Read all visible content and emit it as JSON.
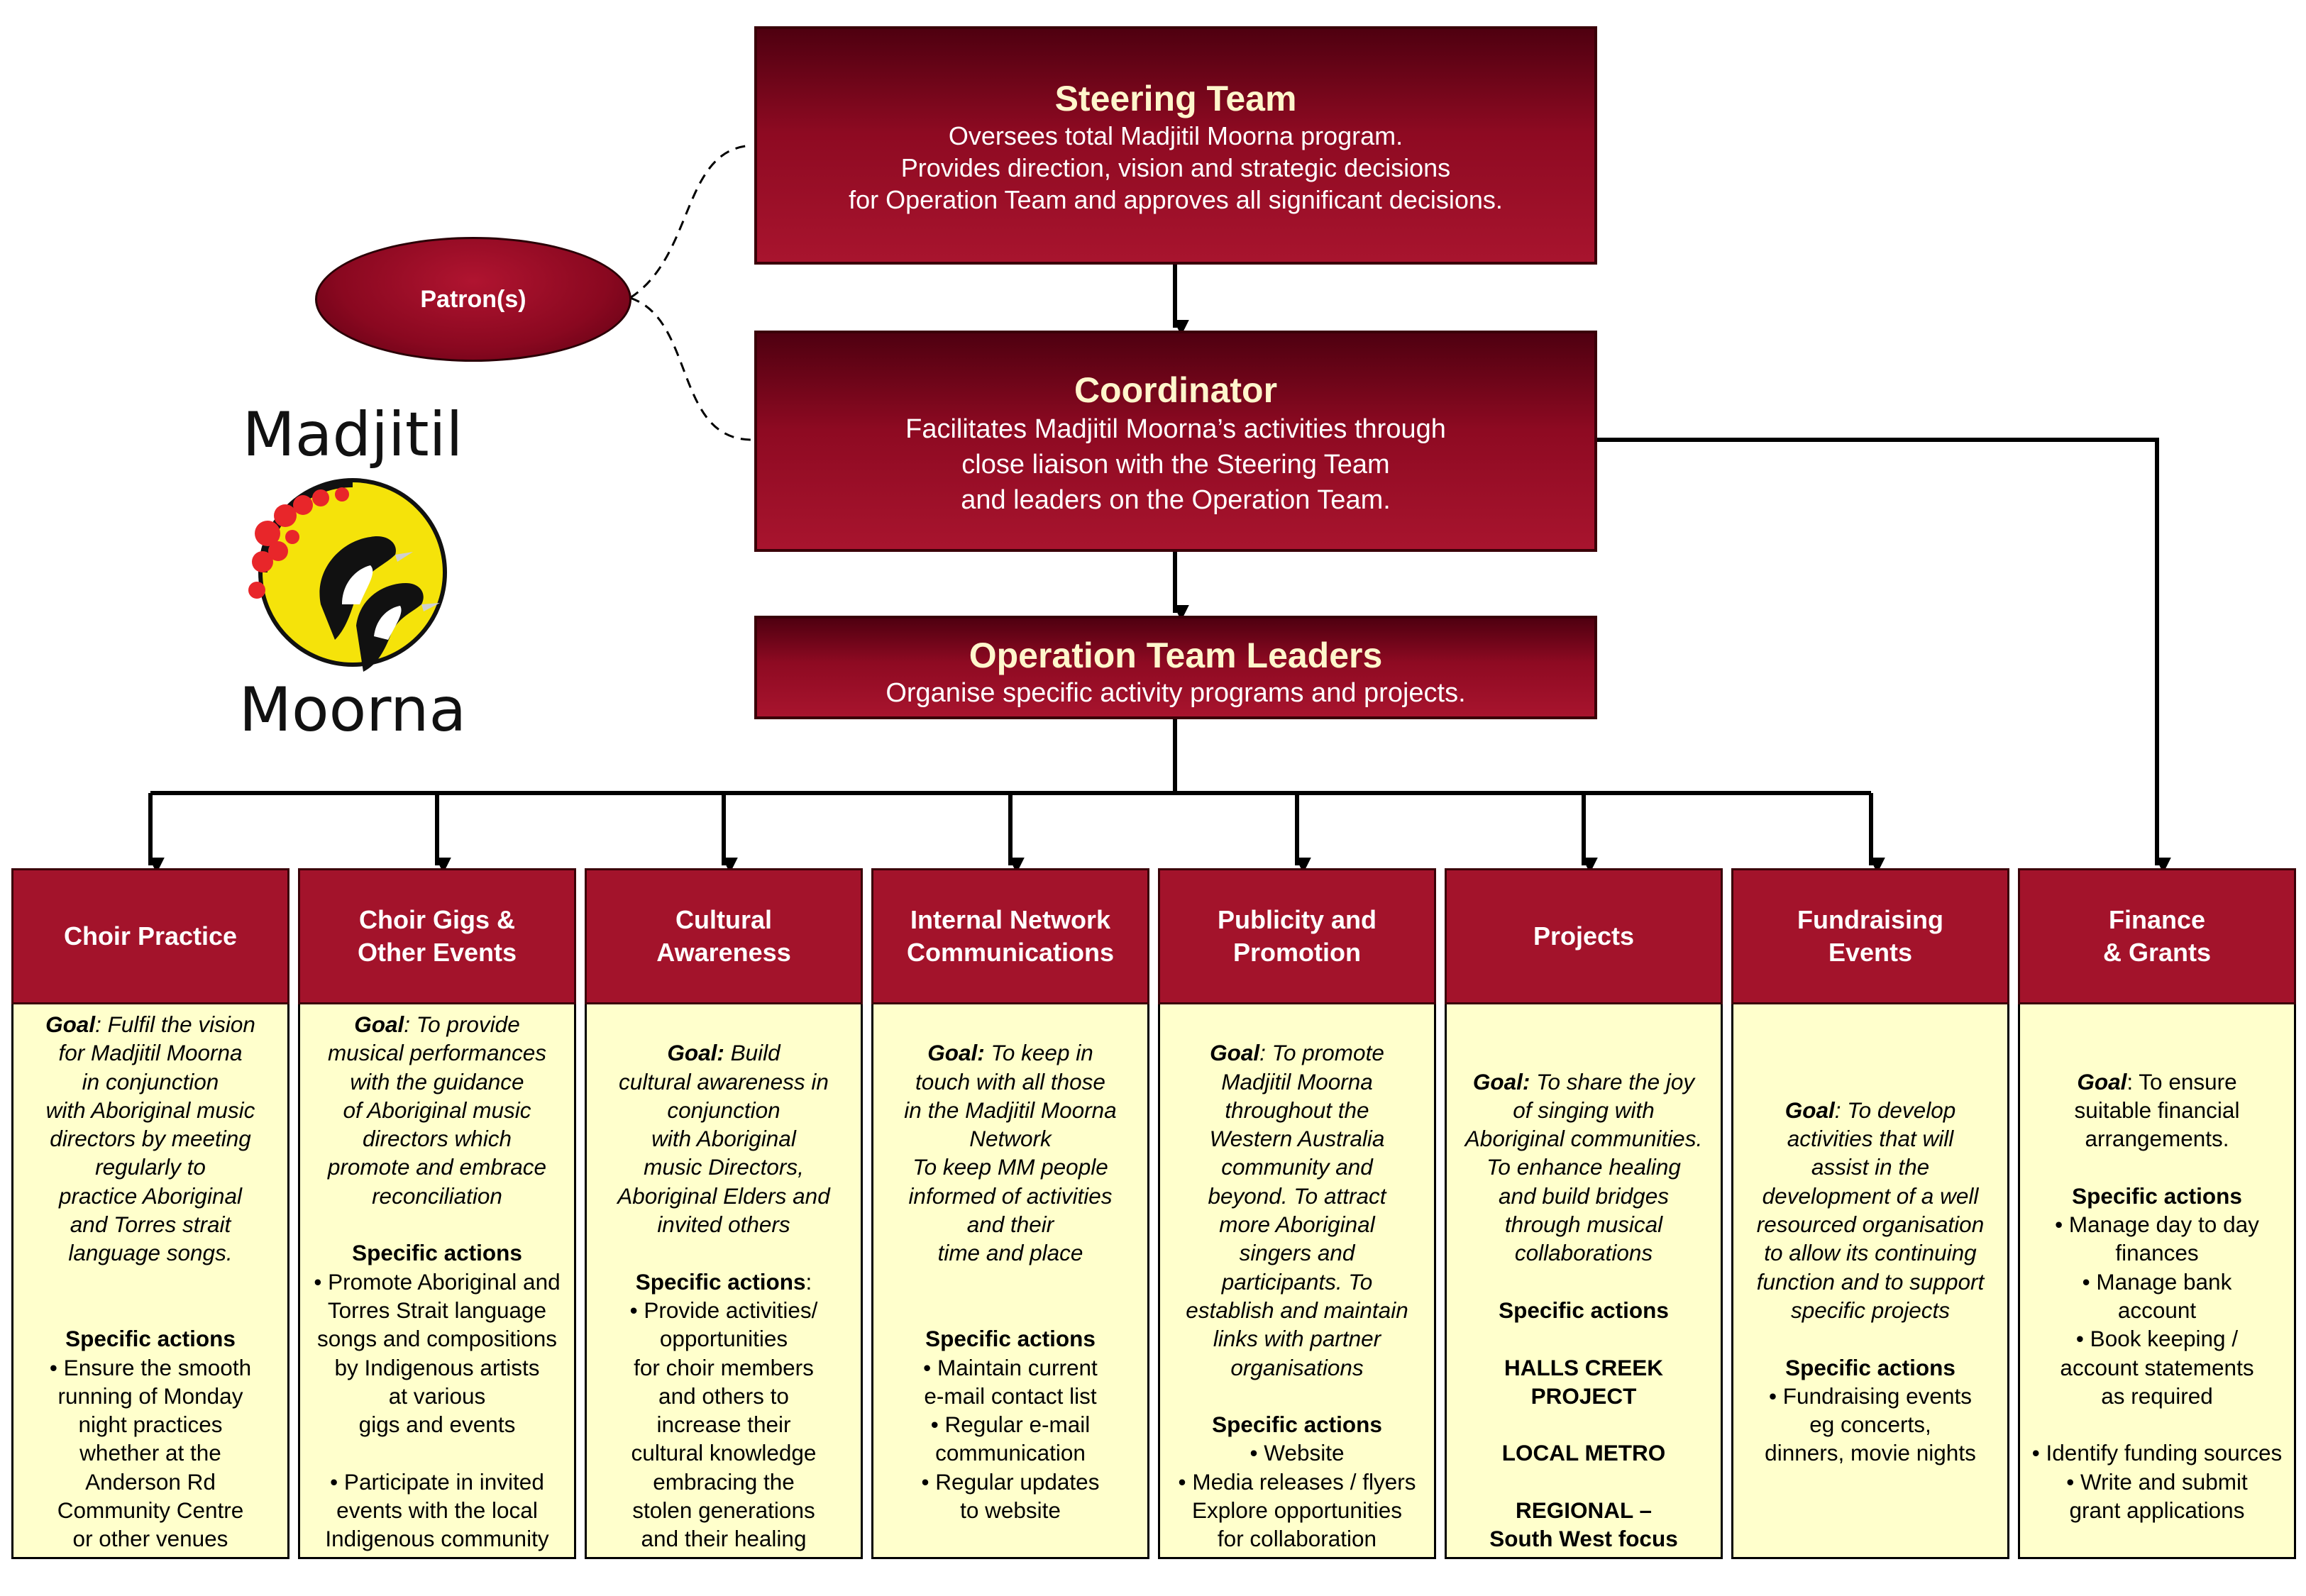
{
  "steering_team": {
    "title": "Steering Team",
    "lines": [
      "Oversees total Madjitil Moorna program.",
      "Provides direction, vision and strategic decisions",
      "for Operation Team and approves all significant decisions."
    ]
  },
  "patron": {
    "label": "Patron(s)"
  },
  "coordinator": {
    "title": "Coordinator",
    "lines": [
      "Facilitates Madjitil Moorna’s activities through",
      "close liaison with the Steering Team",
      "and leaders on the Operation Team."
    ]
  },
  "operation_team": {
    "title": "Operation Team Leaders",
    "lines": [
      "Organise specific activity programs and projects."
    ]
  },
  "logo": {
    "word_top": "Madjitil",
    "word_bottom": "Moorna"
  },
  "columns": [
    {
      "title_lines": [
        "Choir  Practice"
      ],
      "body": [
        {
          "t": "Goal",
          "s": "bi",
          "r": ": Fulfil the vision",
          "rs": "i"
        },
        {
          "t": "for Madjitil Moorna",
          "s": "i"
        },
        {
          "t": "in conjunction",
          "s": "i"
        },
        {
          "t": "with Aboriginal music",
          "s": "i"
        },
        {
          "t": "directors by meeting",
          "s": "i"
        },
        {
          "t": "regularly to",
          "s": "i"
        },
        {
          "t": "practice  Aboriginal",
          "s": "i"
        },
        {
          "t": "and Torres strait",
          "s": "i"
        },
        {
          "t": "language songs.",
          "s": "i"
        },
        {
          "t": "",
          "s": ""
        },
        {
          "t": "",
          "s": ""
        },
        {
          "t": "Specific actions",
          "s": "b"
        },
        {
          "t": "• Ensure the smooth",
          "s": ""
        },
        {
          "t": "running of Monday",
          "s": ""
        },
        {
          "t": "night practices",
          "s": ""
        },
        {
          "t": "whether at the",
          "s": ""
        },
        {
          "t": "Anderson Rd",
          "s": ""
        },
        {
          "t": "Community Centre",
          "s": ""
        },
        {
          "t": "or other venues",
          "s": ""
        }
      ]
    },
    {
      "title_lines": [
        "Choir Gigs &",
        "Other Events"
      ],
      "body": [
        {
          "t": "Goal",
          "s": "bi",
          "r": ": To provide",
          "rs": "i"
        },
        {
          "t": "musical performances",
          "s": "i"
        },
        {
          "t": "with the guidance",
          "s": "i"
        },
        {
          "t": "of Aboriginal music",
          "s": "i"
        },
        {
          "t": "directors which",
          "s": "i"
        },
        {
          "t": "promote and embrace",
          "s": "i"
        },
        {
          "t": "reconciliation",
          "s": "i"
        },
        {
          "t": "",
          "s": ""
        },
        {
          "t": "Specific actions",
          "s": "b"
        },
        {
          "t": "• Promote Aboriginal and",
          "s": ""
        },
        {
          "t": "Torres Strait language",
          "s": ""
        },
        {
          "t": "songs and compositions",
          "s": ""
        },
        {
          "t": "by Indigenous artists",
          "s": ""
        },
        {
          "t": "at various",
          "s": ""
        },
        {
          "t": "gigs and events",
          "s": ""
        },
        {
          "t": "",
          "s": ""
        },
        {
          "t": "• Participate in invited",
          "s": ""
        },
        {
          "t": "events with the local",
          "s": ""
        },
        {
          "t": "Indigenous community",
          "s": ""
        }
      ]
    },
    {
      "title_lines": [
        "Cultural",
        "Awareness"
      ],
      "body": [
        {
          "t": "",
          "s": ""
        },
        {
          "t": "Goal:",
          "s": "bi",
          "r": " Build",
          "rs": "i"
        },
        {
          "t": "cultural awareness in",
          "s": "i"
        },
        {
          "t": "conjunction",
          "s": "i"
        },
        {
          "t": "with Aboriginal",
          "s": "i"
        },
        {
          "t": "music Directors,",
          "s": "i"
        },
        {
          "t": "Aboriginal Elders and",
          "s": "i"
        },
        {
          "t": "invited others",
          "s": "i"
        },
        {
          "t": "",
          "s": ""
        },
        {
          "t": "Specific actions",
          "s": "b",
          "r": ":",
          "rs": ""
        },
        {
          "t": "• Provide activities/",
          "s": ""
        },
        {
          "t": "opportunities",
          "s": ""
        },
        {
          "t": "for choir members",
          "s": ""
        },
        {
          "t": "and others to",
          "s": ""
        },
        {
          "t": "increase their",
          "s": ""
        },
        {
          "t": "cultural knowledge",
          "s": ""
        },
        {
          "t": "embracing the",
          "s": ""
        },
        {
          "t": "stolen generations",
          "s": ""
        },
        {
          "t": "and their healing",
          "s": ""
        }
      ]
    },
    {
      "title_lines": [
        "Internal Network",
        "Communications"
      ],
      "body": [
        {
          "t": "",
          "s": ""
        },
        {
          "t": "Goal:",
          "s": "bi",
          "r": " To keep in",
          "rs": "i"
        },
        {
          "t": "touch with all those",
          "s": "i"
        },
        {
          "t": "in the Madjitil Moorna",
          "s": "i"
        },
        {
          "t": "Network",
          "s": "i"
        },
        {
          "t": "To keep MM people",
          "s": "i"
        },
        {
          "t": "informed of activities",
          "s": "i"
        },
        {
          "t": "and their",
          "s": "i"
        },
        {
          "t": "time and place",
          "s": "i"
        },
        {
          "t": "",
          "s": ""
        },
        {
          "t": "",
          "s": ""
        },
        {
          "t": "Specific actions",
          "s": "b"
        },
        {
          "t": "• Maintain current",
          "s": ""
        },
        {
          "t": "e-mail contact list",
          "s": ""
        },
        {
          "t": "• Regular e-mail",
          "s": ""
        },
        {
          "t": "communication",
          "s": ""
        },
        {
          "t": "• Regular updates",
          "s": ""
        },
        {
          "t": "to website",
          "s": ""
        }
      ]
    },
    {
      "title_lines": [
        "Publicity and",
        "Promotion"
      ],
      "body": [
        {
          "t": "",
          "s": ""
        },
        {
          "t": "Goal",
          "s": "bi",
          "r": ": To promote",
          "rs": "i"
        },
        {
          "t": "Madjitil Moorna",
          "s": "i"
        },
        {
          "t": "throughout the",
          "s": "i"
        },
        {
          "t": "Western Australia",
          "s": "i"
        },
        {
          "t": "community and",
          "s": "i"
        },
        {
          "t": "beyond. To attract",
          "s": "i"
        },
        {
          "t": "more Aboriginal",
          "s": "i"
        },
        {
          "t": "singers and",
          "s": "i"
        },
        {
          "t": "participants. To",
          "s": "i"
        },
        {
          "t": "establish and maintain",
          "s": "i"
        },
        {
          "t": "links with partner",
          "s": "i"
        },
        {
          "t": "organisations",
          "s": "i"
        },
        {
          "t": "",
          "s": ""
        },
        {
          "t": "Specific actions",
          "s": "b"
        },
        {
          "t": "• Website",
          "s": ""
        },
        {
          "t": "• Media releases / flyers",
          "s": ""
        },
        {
          "t": "Explore opportunities",
          "s": ""
        },
        {
          "t": "for collaboration",
          "s": ""
        }
      ]
    },
    {
      "title_lines": [
        "Projects"
      ],
      "body": [
        {
          "t": "",
          "s": ""
        },
        {
          "t": "",
          "s": ""
        },
        {
          "t": "Goal:",
          "s": "bi",
          "r": " To share the joy",
          "rs": "i"
        },
        {
          "t": "of singing with",
          "s": "i"
        },
        {
          "t": "Aboriginal communities.",
          "s": "i"
        },
        {
          "t": "To enhance healing",
          "s": "i"
        },
        {
          "t": "and build bridges",
          "s": "i"
        },
        {
          "t": "through musical",
          "s": "i"
        },
        {
          "t": "collaborations",
          "s": "i"
        },
        {
          "t": "",
          "s": ""
        },
        {
          "t": "Specific actions",
          "s": "b"
        },
        {
          "t": "",
          "s": ""
        },
        {
          "t": "HALLS CREEK",
          "s": "b"
        },
        {
          "t": "PROJECT",
          "s": "b"
        },
        {
          "t": "",
          "s": ""
        },
        {
          "t": "LOCAL METRO",
          "s": "b"
        },
        {
          "t": "",
          "s": ""
        },
        {
          "t": "REGIONAL –",
          "s": "b"
        },
        {
          "t": "South West focus",
          "s": "b"
        }
      ]
    },
    {
      "title_lines": [
        "Fundraising",
        "Events"
      ],
      "body": [
        {
          "t": "",
          "s": ""
        },
        {
          "t": "",
          "s": ""
        },
        {
          "t": "",
          "s": ""
        },
        {
          "t": "Goal",
          "s": "bi",
          "r": ": To develop",
          "rs": "i"
        },
        {
          "t": "activities that will",
          "s": "i"
        },
        {
          "t": "assist in the",
          "s": "i"
        },
        {
          "t": "development of a well",
          "s": "i"
        },
        {
          "t": "resourced organisation",
          "s": "i"
        },
        {
          "t": "to allow its continuing",
          "s": "i"
        },
        {
          "t": "function and to support",
          "s": "i"
        },
        {
          "t": "specific projects",
          "s": "i"
        },
        {
          "t": "",
          "s": ""
        },
        {
          "t": "Specific actions",
          "s": "b"
        },
        {
          "t": "• Fundraising events",
          "s": ""
        },
        {
          "t": "eg concerts,",
          "s": ""
        },
        {
          "t": "dinners, movie nights",
          "s": ""
        }
      ]
    },
    {
      "title_lines": [
        "Finance",
        "& Grants"
      ],
      "body": [
        {
          "t": "",
          "s": ""
        },
        {
          "t": "",
          "s": ""
        },
        {
          "t": "Goal",
          "s": "bi",
          "r": ": To ensure",
          "rs": ""
        },
        {
          "t": "suitable financial",
          "s": ""
        },
        {
          "t": "arrangements.",
          "s": ""
        },
        {
          "t": "",
          "s": ""
        },
        {
          "t": "Specific actions",
          "s": "b"
        },
        {
          "t": "• Manage day to day",
          "s": ""
        },
        {
          "t": "finances",
          "s": ""
        },
        {
          "t": "• Manage bank",
          "s": ""
        },
        {
          "t": "account",
          "s": ""
        },
        {
          "t": "• Book keeping /",
          "s": ""
        },
        {
          "t": "account statements",
          "s": ""
        },
        {
          "t": "as required",
          "s": ""
        },
        {
          "t": "",
          "s": ""
        },
        {
          "t": "• Identify funding sources",
          "s": ""
        },
        {
          "t": "• Write and submit",
          "s": ""
        },
        {
          "t": "grant applications",
          "s": ""
        }
      ]
    }
  ],
  "colors": {
    "box_dark": "#4f0010",
    "box_light": "#a8142e",
    "header_red": "#a3132b",
    "body_yellow": "#ffffcc",
    "title_cream": "#fff6cc",
    "logo_yellow": "#f5e30a",
    "logo_flower": "#e8262a"
  }
}
